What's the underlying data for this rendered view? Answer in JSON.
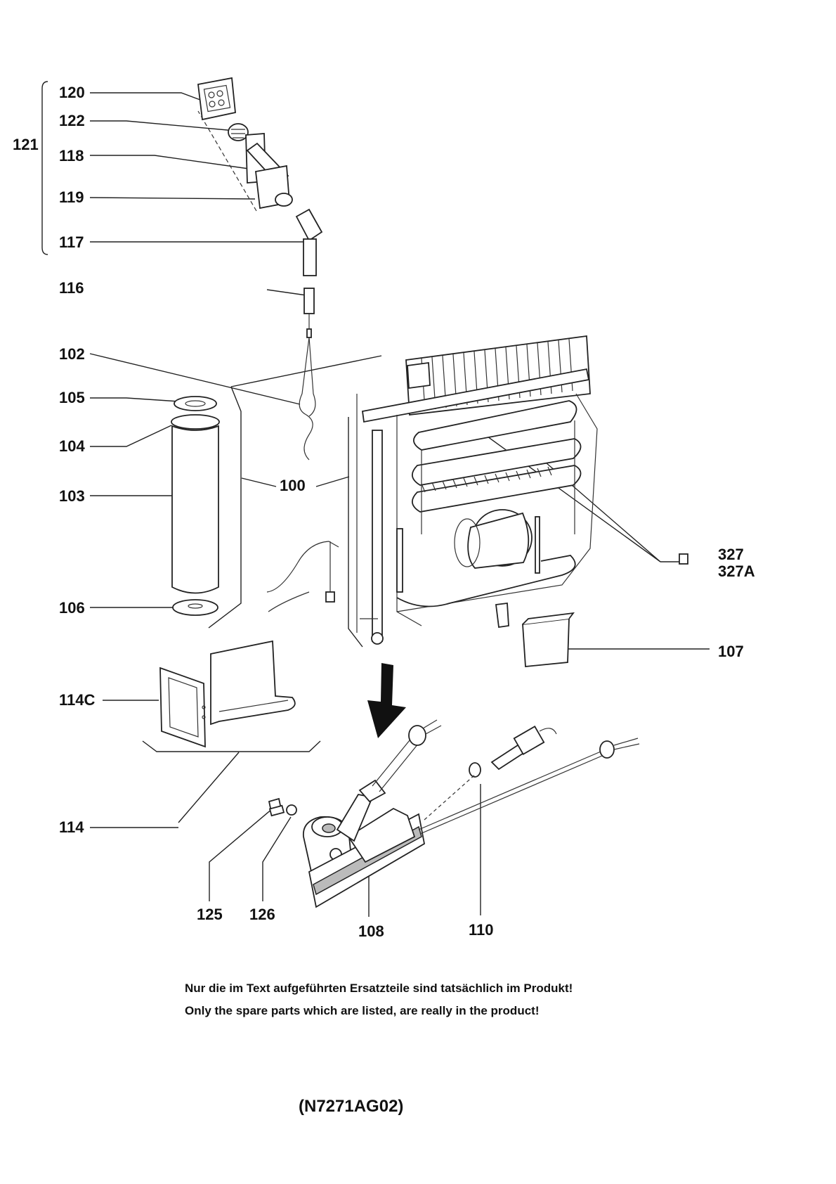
{
  "labels": {
    "l120": "120",
    "l122": "122",
    "l121": "121",
    "l118": "118",
    "l119": "119",
    "l117": "117",
    "l116": "116",
    "l102": "102",
    "l105": "105",
    "l104": "104",
    "l100": "100",
    "l103": "103",
    "l106": "106",
    "l327": "327",
    "l327A": "327A",
    "l107": "107",
    "l114C": "114C",
    "l114": "114",
    "l125": "125",
    "l126": "126",
    "l108": "108",
    "l110": "110"
  },
  "notes": {
    "german": "Nur die im Text aufgeführten Ersatzteile sind tatsächlich im Produkt!",
    "english": "Only the spare parts which are listed, are really in the product!"
  },
  "drawing_code": "(N7271AG02)"
}
